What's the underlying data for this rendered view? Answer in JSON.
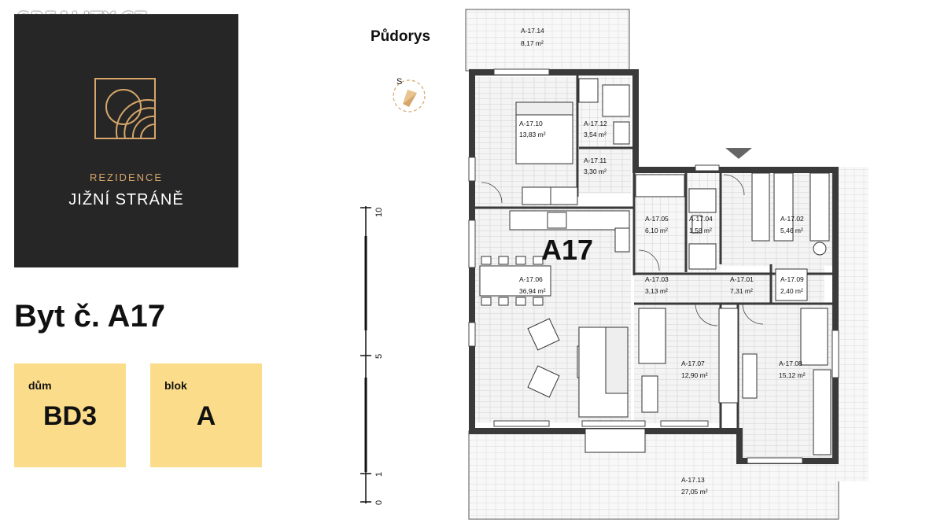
{
  "watermark": "SREALITY.CZ",
  "brand": {
    "subtitle": "REZIDENCE",
    "title": "JIŽNÍ STRÁNĚ",
    "colors": {
      "panel": "#262626",
      "gold": "#d6a66a"
    }
  },
  "unit": {
    "title": "Byt č. A17",
    "house_label": "dům",
    "house_value": "BD3",
    "block_label": "blok",
    "block_value": "A",
    "card_color": "#fbdc8a"
  },
  "plan": {
    "title": "Půdorys",
    "unit_label": "A17",
    "rooms": [
      {
        "id": "A-17.14",
        "area": "8,17 m²"
      },
      {
        "id": "A-17.10",
        "area": "13,83 m²"
      },
      {
        "id": "A-17.12",
        "area": "3,54 m²"
      },
      {
        "id": "A-17.11",
        "area": "3,30 m²"
      },
      {
        "id": "A-17.05",
        "area": "6,10 m²"
      },
      {
        "id": "A-17.04",
        "area": "1,58 m²"
      },
      {
        "id": "A-17.02",
        "area": "5,46 m²"
      },
      {
        "id": "A-17.06",
        "area": "36,94 m²"
      },
      {
        "id": "A-17.03",
        "area": "3,13 m²"
      },
      {
        "id": "A-17.01",
        "area": "7,31 m²"
      },
      {
        "id": "A-17.09",
        "area": "2,40 m²"
      },
      {
        "id": "A-17.07",
        "area": "12,90 m²"
      },
      {
        "id": "A-17.08",
        "area": "15,12 m²"
      },
      {
        "id": "A-17.13",
        "area": "27,05 m²"
      }
    ],
    "scale_labels": [
      "10",
      "5",
      "1",
      "0"
    ],
    "compass_label": "S"
  }
}
